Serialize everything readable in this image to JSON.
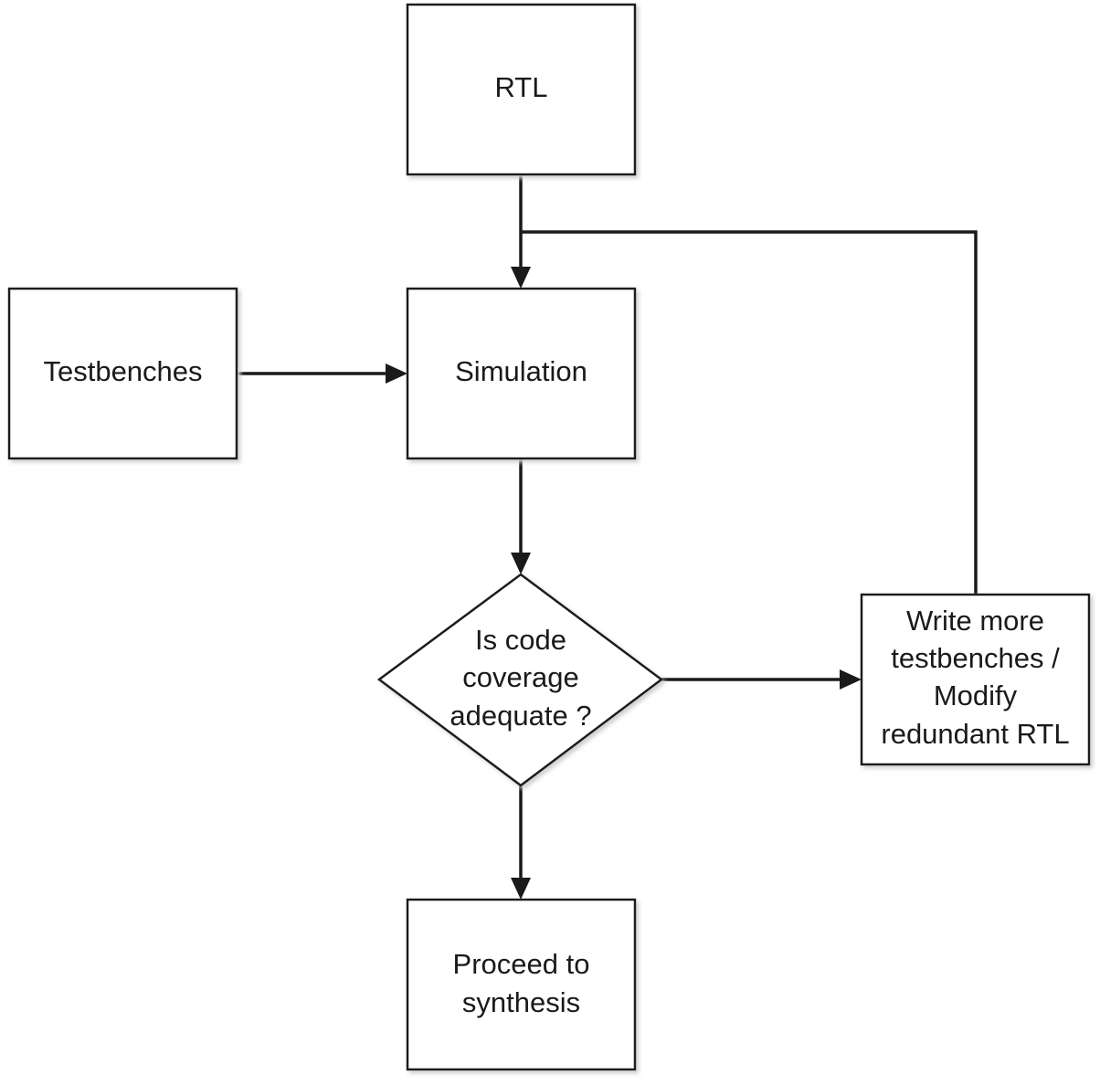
{
  "nodes": {
    "rtl": {
      "label": "RTL"
    },
    "testbenches": {
      "label": "Testbenches"
    },
    "simulation": {
      "label": "Simulation"
    },
    "decision": {
      "lines": [
        "Is code",
        "coverage",
        "adequate ?"
      ]
    },
    "write_more": {
      "lines": [
        "Write more",
        "testbenches /",
        "Modify",
        "redundant RTL"
      ]
    },
    "proceed": {
      "lines": [
        "Proceed to",
        "synthesis"
      ]
    }
  },
  "colors": {
    "stroke": "#1a1a1a",
    "box_fill": "#ffffff",
    "shadow": "#cfcfcf"
  }
}
